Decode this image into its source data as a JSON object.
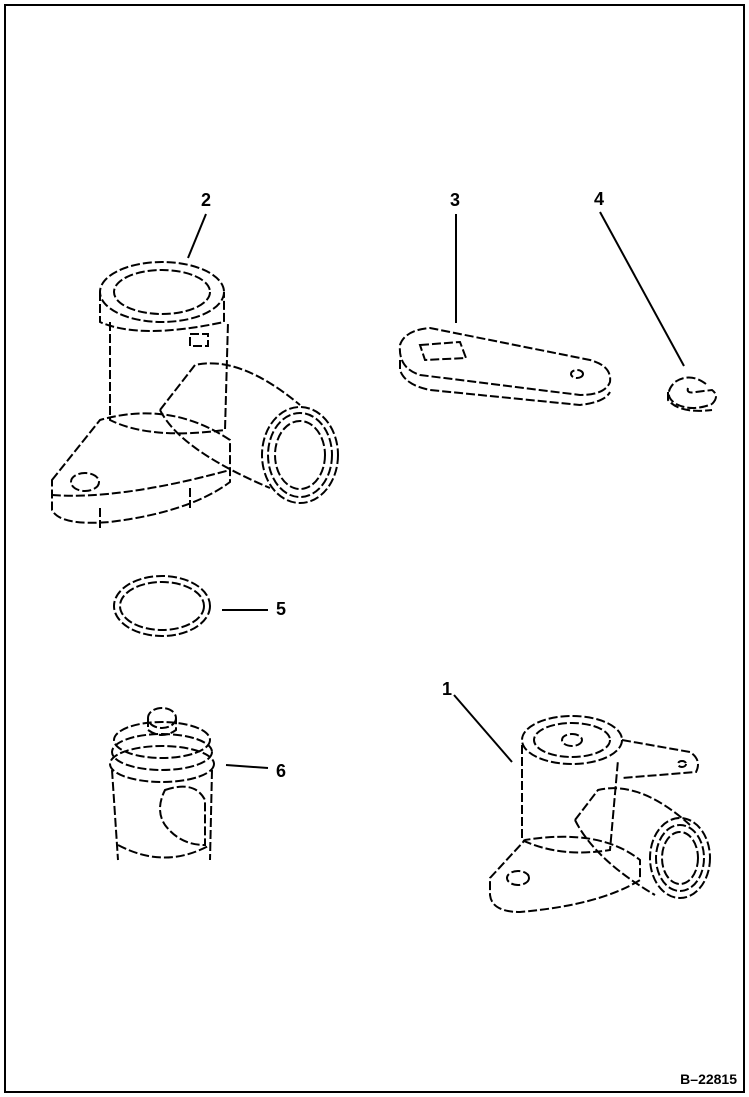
{
  "diagram": {
    "callouts": {
      "c1": "1",
      "c2": "2",
      "c3": "3",
      "c4": "4",
      "c5": "5",
      "c6": "6"
    },
    "figure_code": "B–22815"
  },
  "colors": {
    "ink": "#000000",
    "paper": "#ffffff"
  }
}
